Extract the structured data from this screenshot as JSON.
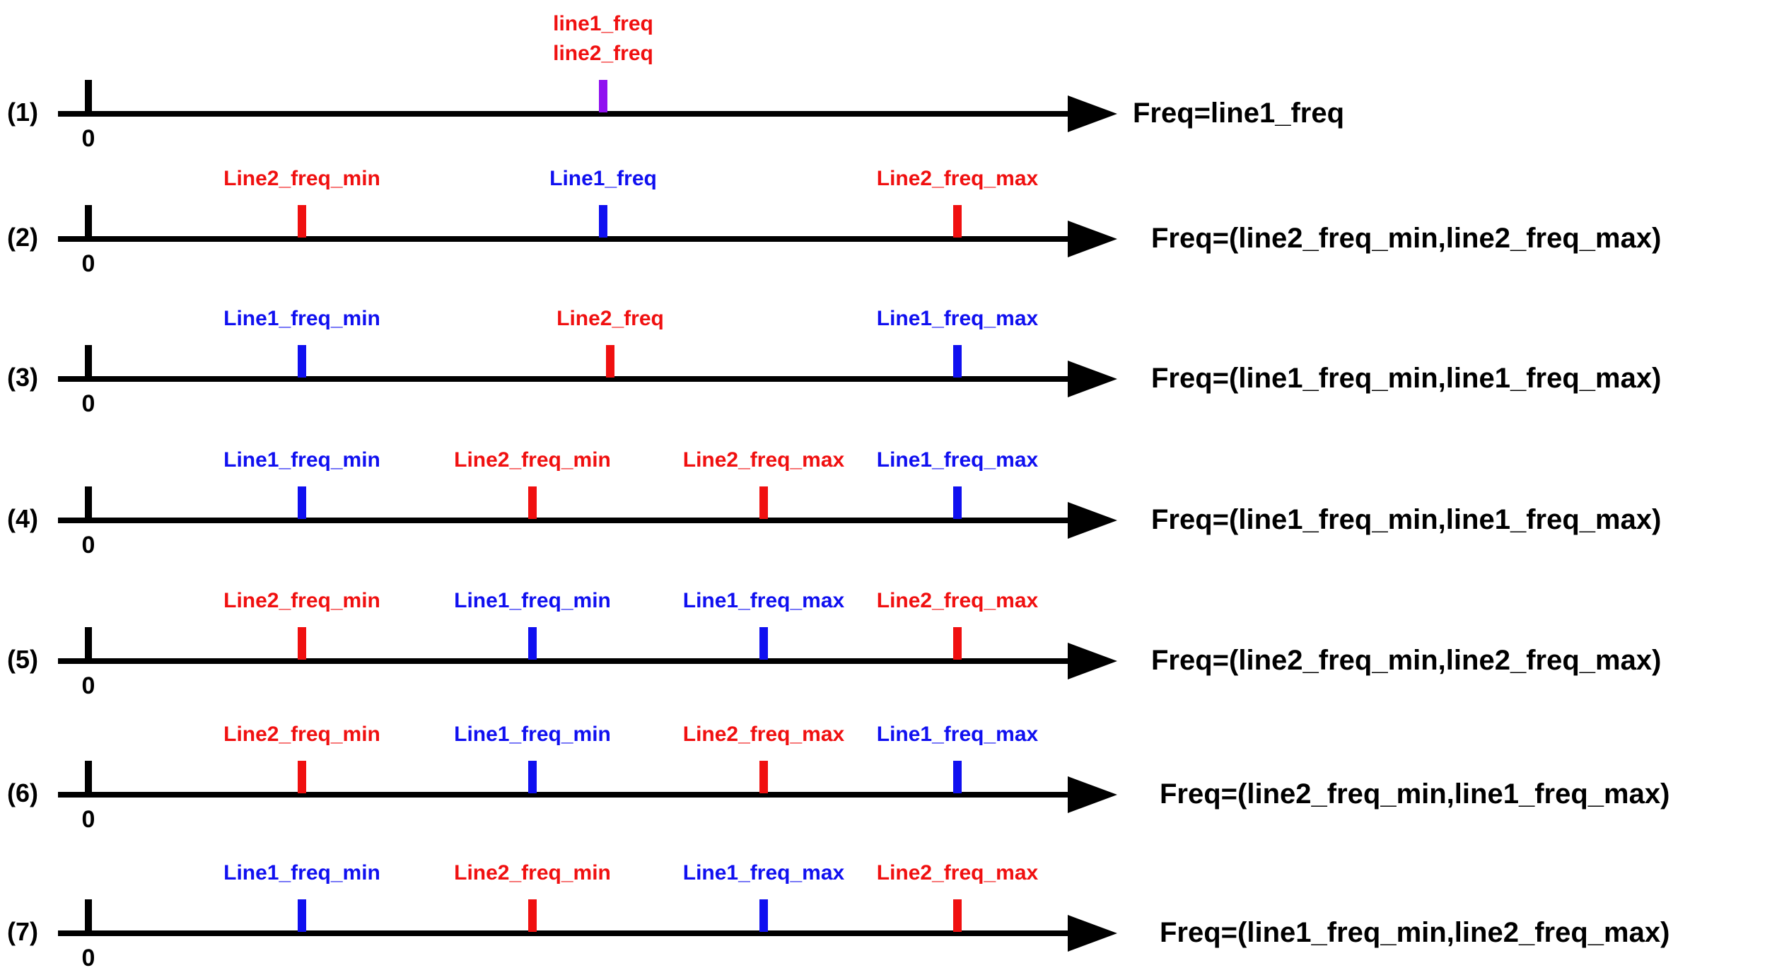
{
  "colors": {
    "axis": "#000000",
    "line1": "#1010f0",
    "line2": "#f01010",
    "overlap": "#9010f0"
  },
  "zero_label": "0",
  "rows": [
    {
      "index": "(1)",
      "result": "Freq=line1_freq",
      "markers": [
        {
          "pos": "P3",
          "series": "overlap",
          "labels": [
            "line1_freq",
            "line2_freq"
          ],
          "label_colors": [
            "line2",
            "line2"
          ]
        }
      ]
    },
    {
      "index": "(2)",
      "result": "Freq=(line2_freq_min,line2_freq_max)",
      "markers": [
        {
          "pos": "P1",
          "series": "line2",
          "labels": [
            "Line2_freq_min"
          ]
        },
        {
          "pos": "P3",
          "series": "line1",
          "labels": [
            "Line1_freq"
          ]
        },
        {
          "pos": "P4",
          "series": "line2",
          "labels": [
            "Line2_freq_max"
          ]
        }
      ]
    },
    {
      "index": "(3)",
      "result": "Freq=(line1_freq_min,line1_freq_max)",
      "markers": [
        {
          "pos": "P1",
          "series": "line1",
          "labels": [
            "Line1_freq_min"
          ]
        },
        {
          "pos": "P3b",
          "series": "line2",
          "labels": [
            "Line2_freq"
          ]
        },
        {
          "pos": "P4",
          "series": "line1",
          "labels": [
            "Line1_freq_max"
          ]
        }
      ]
    },
    {
      "index": "(4)",
      "result": "Freq=(line1_freq_min,line1_freq_max)",
      "markers": [
        {
          "pos": "P1",
          "series": "line1",
          "labels": [
            "Line1_freq_min"
          ]
        },
        {
          "pos": "P2",
          "series": "line2",
          "labels": [
            "Line2_freq_min"
          ]
        },
        {
          "pos": "P3c",
          "series": "line2",
          "labels": [
            "Line2_freq_max"
          ]
        },
        {
          "pos": "P4",
          "series": "line1",
          "labels": [
            "Line1_freq_max"
          ]
        }
      ]
    },
    {
      "index": "(5)",
      "result": "Freq=(line2_freq_min,line2_freq_max)",
      "markers": [
        {
          "pos": "P1",
          "series": "line2",
          "labels": [
            "Line2_freq_min"
          ]
        },
        {
          "pos": "P2",
          "series": "line1",
          "labels": [
            "Line1_freq_min"
          ]
        },
        {
          "pos": "P3c",
          "series": "line1",
          "labels": [
            "Line1_freq_max"
          ]
        },
        {
          "pos": "P4",
          "series": "line2",
          "labels": [
            "Line2_freq_max"
          ]
        }
      ]
    },
    {
      "index": "(6)",
      "result": "Freq=(line2_freq_min,line1_freq_max)",
      "markers": [
        {
          "pos": "P1",
          "series": "line2",
          "labels": [
            "Line2_freq_min"
          ]
        },
        {
          "pos": "P2",
          "series": "line1",
          "labels": [
            "Line1_freq_min"
          ]
        },
        {
          "pos": "P3c",
          "series": "line2",
          "labels": [
            "Line2_freq_max"
          ]
        },
        {
          "pos": "P4",
          "series": "line1",
          "labels": [
            "Line1_freq_max"
          ]
        }
      ]
    },
    {
      "index": "(7)",
      "result": "Freq=(line1_freq_min,line2_freq_max)",
      "markers": [
        {
          "pos": "P1",
          "series": "line1",
          "labels": [
            "Line1_freq_min"
          ]
        },
        {
          "pos": "P2",
          "series": "line2",
          "labels": [
            "Line2_freq_min"
          ]
        },
        {
          "pos": "P3c",
          "series": "line1",
          "labels": [
            "Line1_freq_max"
          ]
        },
        {
          "pos": "P4",
          "series": "line2",
          "labels": [
            "Line2_freq_max"
          ]
        }
      ]
    }
  ]
}
